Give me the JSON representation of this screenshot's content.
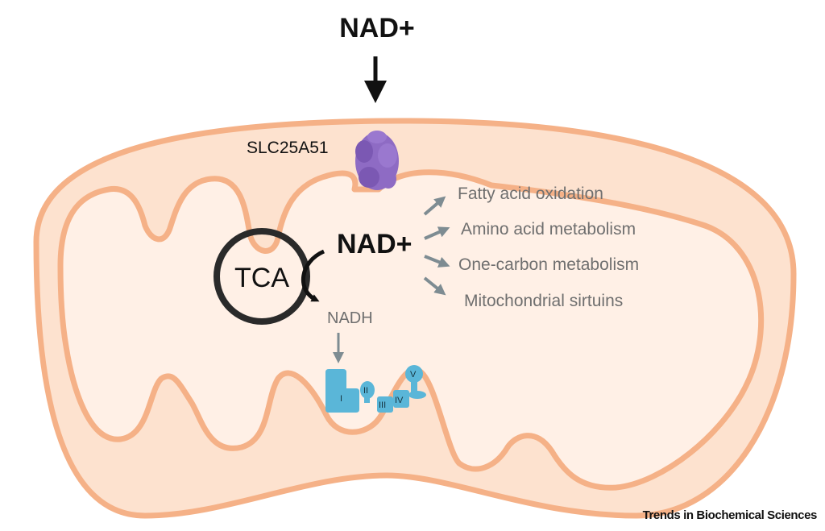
{
  "labels": {
    "nad_outside": "NAD+",
    "nad_inside": "NAD+",
    "transporter": "SLC25A51",
    "tca": "TCA",
    "nadh": "NADH"
  },
  "outputs": [
    "Fatty acid oxidation",
    "Amino acid metabolism",
    "One-carbon metabolism",
    "Mitochondrial sirtuins"
  ],
  "complexes": [
    "I",
    "II",
    "III",
    "IV",
    "V"
  ],
  "credit": "Trends in Biochemical Sciences",
  "colors": {
    "membrane": "#f5b187",
    "matrix": "#fff0e6",
    "intermembrane": "#fde2cf",
    "transporter": "#8e6bc4",
    "complex": "#5ab6d8",
    "gray_arrow": "#7e8c92",
    "tca_ring": "#2a2a2a"
  }
}
